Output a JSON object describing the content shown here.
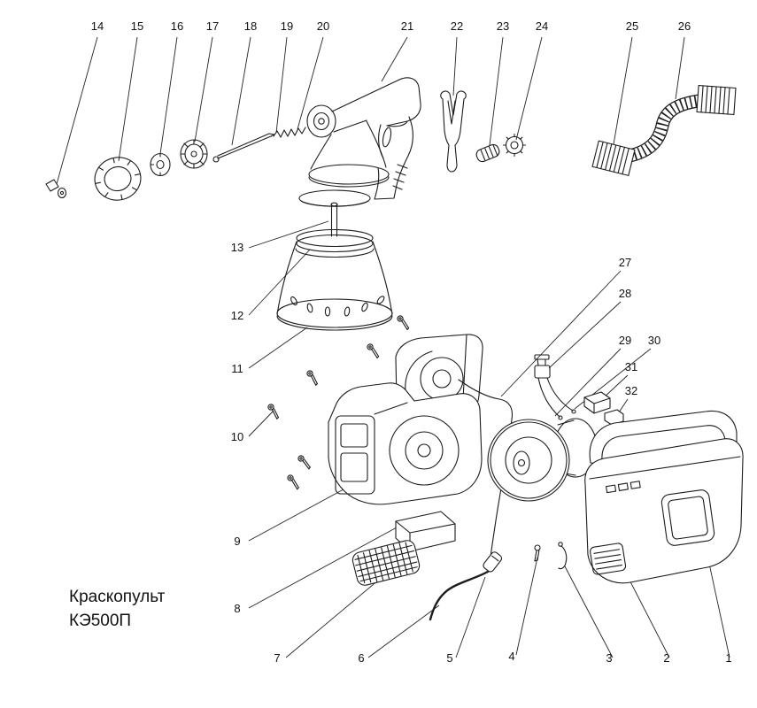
{
  "title": {
    "line1": "Краскопульт",
    "line2": "КЭ500П"
  },
  "colors": {
    "ink": "#1c1c1c",
    "background": "#ffffff"
  },
  "diagram_type": "exploded-parts-diagram",
  "part_numbers": [
    "1",
    "2",
    "3",
    "4",
    "5",
    "6",
    "7",
    "8",
    "9",
    "10",
    "11",
    "12",
    "13",
    "14",
    "15",
    "16",
    "17",
    "18",
    "19",
    "20",
    "21",
    "22",
    "23",
    "24",
    "25",
    "26",
    "27",
    "28",
    "29",
    "30",
    "31",
    "32"
  ]
}
